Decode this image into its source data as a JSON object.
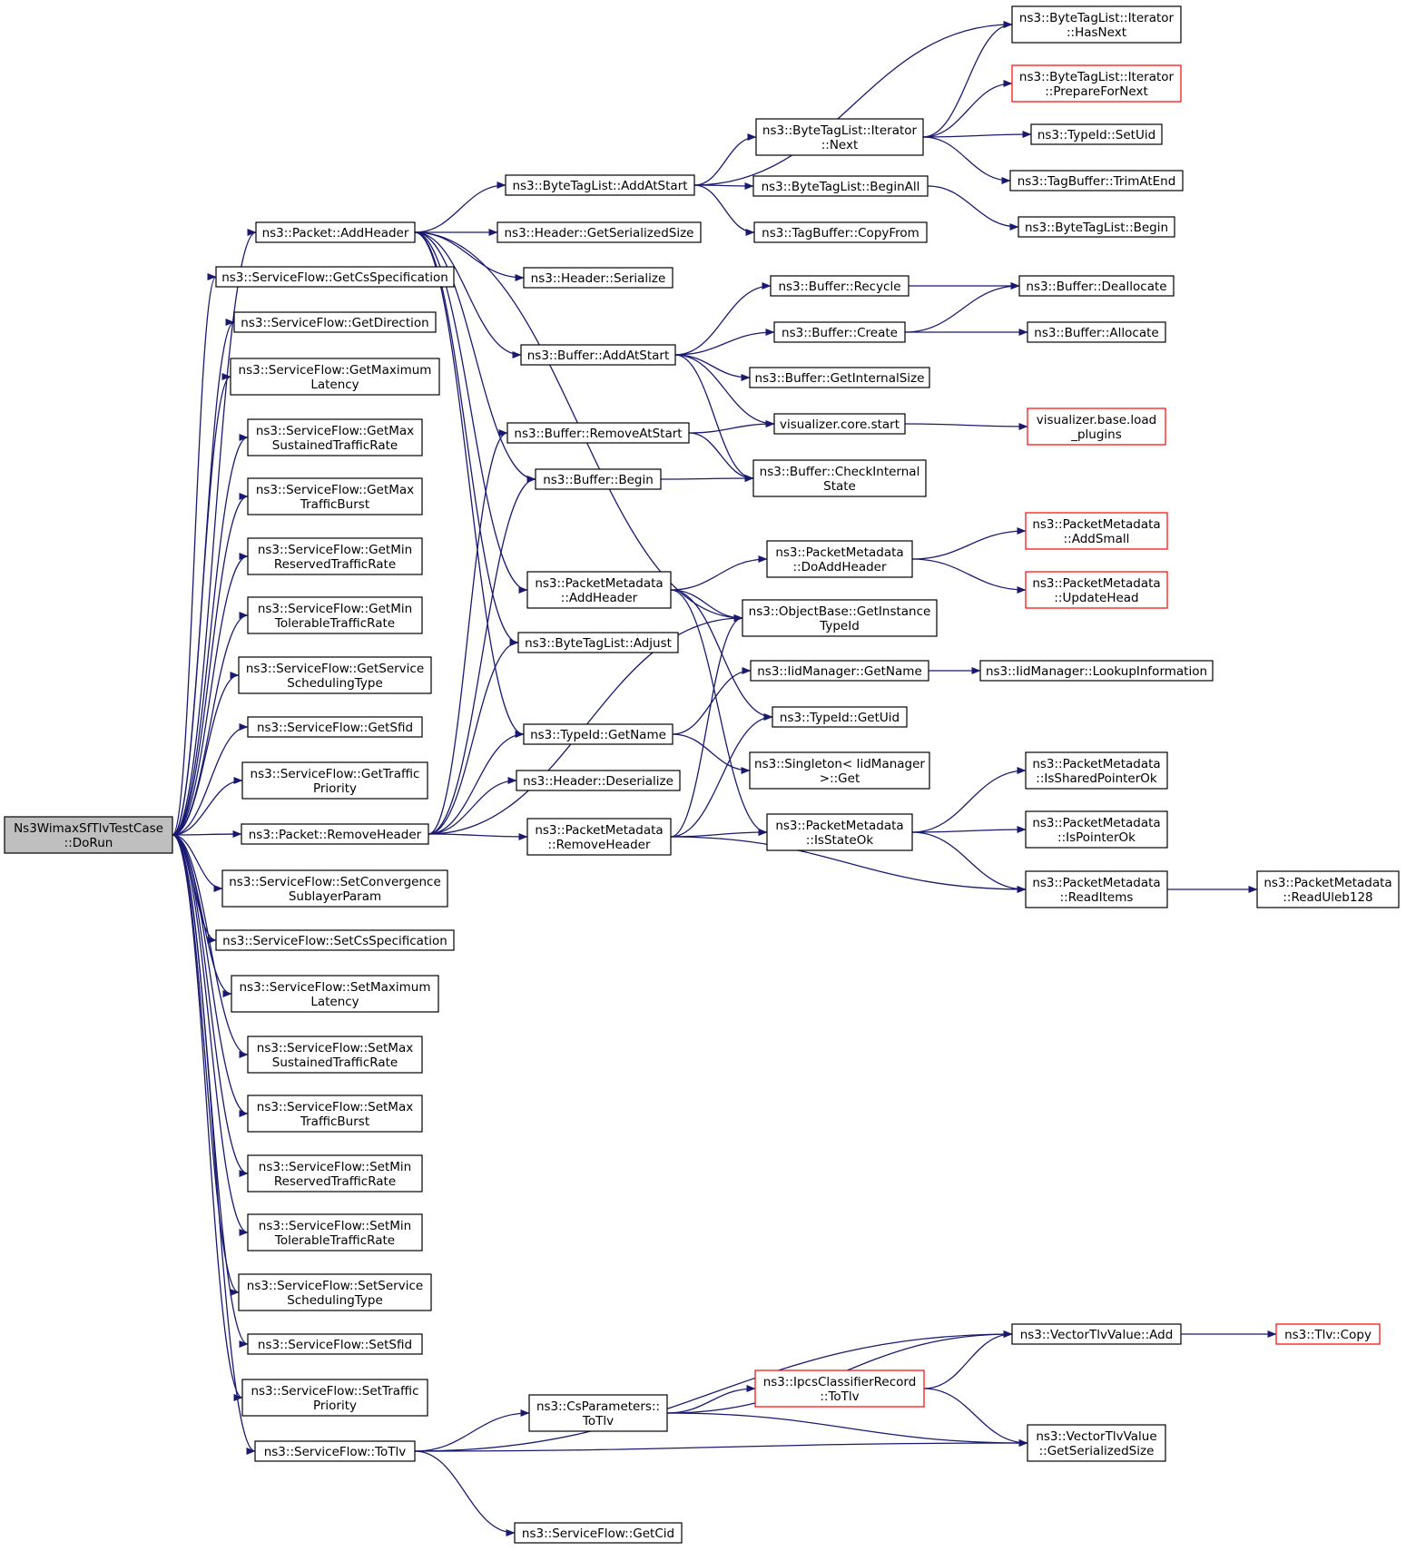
{
  "colors": {
    "edge": "#191970",
    "node_border": "#000000",
    "node_border_truncated": "#ff0000",
    "root_fill": "#bfbfbf",
    "background": "#ffffff"
  },
  "nodes": [
    {
      "id": "root",
      "lines": [
        "Ns3WimaxSfTlvTestCase",
        "::DoRun"
      ],
      "root": true
    },
    {
      "id": "pkt_addheader",
      "lines": [
        "ns3::Packet::AddHeader"
      ]
    },
    {
      "id": "sf_getcsspec",
      "lines": [
        "ns3::ServiceFlow::GetCsSpecification"
      ]
    },
    {
      "id": "sf_getdirection",
      "lines": [
        "ns3::ServiceFlow::GetDirection"
      ]
    },
    {
      "id": "sf_getmaxlatency",
      "lines": [
        "ns3::ServiceFlow::GetMaximum",
        "Latency"
      ]
    },
    {
      "id": "sf_getmaxsustained",
      "lines": [
        "ns3::ServiceFlow::GetMax",
        "SustainedTrafficRate"
      ]
    },
    {
      "id": "sf_getmaxburst",
      "lines": [
        "ns3::ServiceFlow::GetMax",
        "TrafficBurst"
      ]
    },
    {
      "id": "sf_getminreserved",
      "lines": [
        "ns3::ServiceFlow::GetMin",
        "ReservedTrafficRate"
      ]
    },
    {
      "id": "sf_getmintolerable",
      "lines": [
        "ns3::ServiceFlow::GetMin",
        "TolerableTrafficRate"
      ]
    },
    {
      "id": "sf_getservicesched",
      "lines": [
        "ns3::ServiceFlow::GetService",
        "SchedulingType"
      ]
    },
    {
      "id": "sf_getsfid",
      "lines": [
        "ns3::ServiceFlow::GetSfid"
      ]
    },
    {
      "id": "sf_gettrafficprio",
      "lines": [
        "ns3::ServiceFlow::GetTraffic",
        "Priority"
      ]
    },
    {
      "id": "pkt_removeheader",
      "lines": [
        "ns3::Packet::RemoveHeader"
      ]
    },
    {
      "id": "sf_setconvergence",
      "lines": [
        "ns3::ServiceFlow::SetConvergence",
        "SublayerParam"
      ]
    },
    {
      "id": "sf_setcsspec",
      "lines": [
        "ns3::ServiceFlow::SetCsSpecification"
      ]
    },
    {
      "id": "sf_setmaxlatency",
      "lines": [
        "ns3::ServiceFlow::SetMaximum",
        "Latency"
      ]
    },
    {
      "id": "sf_setmaxsustained",
      "lines": [
        "ns3::ServiceFlow::SetMax",
        "SustainedTrafficRate"
      ]
    },
    {
      "id": "sf_setmaxburst",
      "lines": [
        "ns3::ServiceFlow::SetMax",
        "TrafficBurst"
      ]
    },
    {
      "id": "sf_setminreserved",
      "lines": [
        "ns3::ServiceFlow::SetMin",
        "ReservedTrafficRate"
      ]
    },
    {
      "id": "sf_setmintolerable",
      "lines": [
        "ns3::ServiceFlow::SetMin",
        "TolerableTrafficRate"
      ]
    },
    {
      "id": "sf_setservicesched",
      "lines": [
        "ns3::ServiceFlow::SetService",
        "SchedulingType"
      ]
    },
    {
      "id": "sf_setsfid",
      "lines": [
        "ns3::ServiceFlow::SetSfid"
      ]
    },
    {
      "id": "sf_settrafficprio",
      "lines": [
        "ns3::ServiceFlow::SetTraffic",
        "Priority"
      ]
    },
    {
      "id": "sf_totlv",
      "lines": [
        "ns3::ServiceFlow::ToTlv"
      ]
    },
    {
      "id": "btl_addatstart",
      "lines": [
        "ns3::ByteTagList::AddAtStart"
      ]
    },
    {
      "id": "hdr_getsersize",
      "lines": [
        "ns3::Header::GetSerializedSize"
      ]
    },
    {
      "id": "hdr_serialize",
      "lines": [
        "ns3::Header::Serialize"
      ]
    },
    {
      "id": "buf_addatstart",
      "lines": [
        "ns3::Buffer::AddAtStart"
      ]
    },
    {
      "id": "buf_removeatstart",
      "lines": [
        "ns3::Buffer::RemoveAtStart"
      ]
    },
    {
      "id": "buf_begin",
      "lines": [
        "ns3::Buffer::Begin"
      ]
    },
    {
      "id": "pm_addheader",
      "lines": [
        "ns3::PacketMetadata",
        "::AddHeader"
      ]
    },
    {
      "id": "btl_adjust",
      "lines": [
        "ns3::ByteTagList::Adjust"
      ]
    },
    {
      "id": "typeid_getname",
      "lines": [
        "ns3::TypeId::GetName"
      ]
    },
    {
      "id": "hdr_deserialize",
      "lines": [
        "ns3::Header::Deserialize"
      ]
    },
    {
      "id": "pm_removeheader",
      "lines": [
        "ns3::PacketMetadata",
        "::RemoveHeader"
      ]
    },
    {
      "id": "cs_totlv",
      "lines": [
        "ns3::CsParameters::",
        "ToTlv"
      ]
    },
    {
      "id": "sf_getcid",
      "lines": [
        "ns3::ServiceFlow::GetCid"
      ]
    },
    {
      "id": "btli_next",
      "lines": [
        "ns3::ByteTagList::Iterator",
        "::Next"
      ]
    },
    {
      "id": "btl_beginall",
      "lines": [
        "ns3::ByteTagList::BeginAll"
      ]
    },
    {
      "id": "tb_copyfrom",
      "lines": [
        "ns3::TagBuffer::CopyFrom"
      ]
    },
    {
      "id": "buf_recycle",
      "lines": [
        "ns3::Buffer::Recycle"
      ]
    },
    {
      "id": "buf_create",
      "lines": [
        "ns3::Buffer::Create"
      ]
    },
    {
      "id": "buf_getinternalsize",
      "lines": [
        "ns3::Buffer::GetInternalSize"
      ]
    },
    {
      "id": "vis_core_start",
      "lines": [
        "visualizer.core.start"
      ]
    },
    {
      "id": "buf_checkinternal",
      "lines": [
        "ns3::Buffer::CheckInternal",
        "State"
      ]
    },
    {
      "id": "pm_doaddheader",
      "lines": [
        "ns3::PacketMetadata",
        "::DoAddHeader"
      ]
    },
    {
      "id": "ob_getinstancetypeid",
      "lines": [
        "ns3::ObjectBase::GetInstance",
        "TypeId"
      ]
    },
    {
      "id": "iid_getname",
      "lines": [
        "ns3::IidManager::GetName"
      ]
    },
    {
      "id": "typeid_getuid",
      "lines": [
        "ns3::TypeId::GetUid"
      ]
    },
    {
      "id": "singleton_get",
      "lines": [
        "ns3::Singleton< IidManager",
        ">::Get"
      ]
    },
    {
      "id": "pm_isstateok",
      "lines": [
        "ns3::PacketMetadata",
        "::IsStateOk"
      ]
    },
    {
      "id": "ipcs_totlv",
      "lines": [
        "ns3::IpcsClassifierRecord",
        "::ToTlv"
      ],
      "truncated": true
    },
    {
      "id": "btli_hasnext",
      "lines": [
        "ns3::ByteTagList::Iterator",
        "::HasNext"
      ]
    },
    {
      "id": "btli_preparefornext",
      "lines": [
        "ns3::ByteTagList::Iterator",
        "::PrepareForNext"
      ],
      "truncated": true
    },
    {
      "id": "typeid_setuid",
      "lines": [
        "ns3::TypeId::SetUid"
      ]
    },
    {
      "id": "tb_trimatend",
      "lines": [
        "ns3::TagBuffer::TrimAtEnd"
      ]
    },
    {
      "id": "btl_begin",
      "lines": [
        "ns3::ByteTagList::Begin"
      ]
    },
    {
      "id": "buf_deallocate",
      "lines": [
        "ns3::Buffer::Deallocate"
      ]
    },
    {
      "id": "buf_allocate",
      "lines": [
        "ns3::Buffer::Allocate"
      ]
    },
    {
      "id": "vis_base_load",
      "lines": [
        "visualizer.base.load",
        "_plugins"
      ],
      "truncated": true
    },
    {
      "id": "pm_addsmall",
      "lines": [
        "ns3::PacketMetadata",
        "::AddSmall"
      ],
      "truncated": true
    },
    {
      "id": "pm_updatehead",
      "lines": [
        "ns3::PacketMetadata",
        "::UpdateHead"
      ],
      "truncated": true
    },
    {
      "id": "iid_lookupinfo",
      "lines": [
        "ns3::IidManager::LookupInformation"
      ]
    },
    {
      "id": "pm_issharedptrok",
      "lines": [
        "ns3::PacketMetadata",
        "::IsSharedPointerOk"
      ]
    },
    {
      "id": "pm_ispointerok",
      "lines": [
        "ns3::PacketMetadata",
        "::IsPointerOk"
      ]
    },
    {
      "id": "pm_readitems",
      "lines": [
        "ns3::PacketMetadata",
        "::ReadItems"
      ]
    },
    {
      "id": "pm_readuleb128",
      "lines": [
        "ns3::PacketMetadata",
        "::ReadUleb128"
      ]
    },
    {
      "id": "vtv_add",
      "lines": [
        "ns3::VectorTlvValue::Add"
      ]
    },
    {
      "id": "vtv_getsersize",
      "lines": [
        "ns3::VectorTlvValue",
        "::GetSerializedSize"
      ]
    },
    {
      "id": "tlv_copy",
      "lines": [
        "ns3::Tlv::Copy"
      ],
      "truncated": true
    }
  ],
  "edges": [
    [
      "root",
      "pkt_addheader"
    ],
    [
      "root",
      "sf_getcsspec"
    ],
    [
      "root",
      "sf_getdirection"
    ],
    [
      "root",
      "sf_getmaxlatency"
    ],
    [
      "root",
      "sf_getmaxsustained"
    ],
    [
      "root",
      "sf_getmaxburst"
    ],
    [
      "root",
      "sf_getminreserved"
    ],
    [
      "root",
      "sf_getmintolerable"
    ],
    [
      "root",
      "sf_getservicesched"
    ],
    [
      "root",
      "sf_getsfid"
    ],
    [
      "root",
      "sf_gettrafficprio"
    ],
    [
      "root",
      "pkt_removeheader"
    ],
    [
      "root",
      "sf_setconvergence"
    ],
    [
      "root",
      "sf_setcsspec"
    ],
    [
      "root",
      "sf_setmaxlatency"
    ],
    [
      "root",
      "sf_setmaxsustained"
    ],
    [
      "root",
      "sf_setmaxburst"
    ],
    [
      "root",
      "sf_setminreserved"
    ],
    [
      "root",
      "sf_setmintolerable"
    ],
    [
      "root",
      "sf_setservicesched"
    ],
    [
      "root",
      "sf_setsfid"
    ],
    [
      "root",
      "sf_settrafficprio"
    ],
    [
      "root",
      "sf_totlv"
    ],
    [
      "pkt_addheader",
      "btl_addatstart"
    ],
    [
      "pkt_addheader",
      "hdr_getsersize"
    ],
    [
      "pkt_addheader",
      "hdr_serialize"
    ],
    [
      "pkt_addheader",
      "buf_addatstart"
    ],
    [
      "pkt_addheader",
      "buf_begin"
    ],
    [
      "pkt_addheader",
      "pm_addheader"
    ],
    [
      "pkt_addheader",
      "btl_adjust"
    ],
    [
      "pkt_addheader",
      "typeid_getname"
    ],
    [
      "pkt_addheader",
      "ob_getinstancetypeid"
    ],
    [
      "pkt_removeheader",
      "buf_removeatstart"
    ],
    [
      "pkt_removeheader",
      "buf_begin"
    ],
    [
      "pkt_removeheader",
      "btl_adjust"
    ],
    [
      "pkt_removeheader",
      "typeid_getname"
    ],
    [
      "pkt_removeheader",
      "hdr_deserialize"
    ],
    [
      "pkt_removeheader",
      "pm_removeheader"
    ],
    [
      "pkt_removeheader",
      "ob_getinstancetypeid"
    ],
    [
      "sf_totlv",
      "cs_totlv"
    ],
    [
      "sf_totlv",
      "sf_getcid"
    ],
    [
      "sf_totlv",
      "vtv_add"
    ],
    [
      "sf_totlv",
      "vtv_getsersize"
    ],
    [
      "btl_addatstart",
      "btli_next"
    ],
    [
      "btl_addatstart",
      "btl_beginall"
    ],
    [
      "btl_addatstart",
      "tb_copyfrom"
    ],
    [
      "btl_addatstart",
      "btli_hasnext"
    ],
    [
      "buf_addatstart",
      "buf_recycle"
    ],
    [
      "buf_addatstart",
      "buf_create"
    ],
    [
      "buf_addatstart",
      "buf_getinternalsize"
    ],
    [
      "buf_addatstart",
      "vis_core_start"
    ],
    [
      "buf_addatstart",
      "buf_checkinternal"
    ],
    [
      "buf_removeatstart",
      "vis_core_start"
    ],
    [
      "buf_removeatstart",
      "buf_checkinternal"
    ],
    [
      "buf_begin",
      "buf_checkinternal"
    ],
    [
      "pm_addheader",
      "pm_doaddheader"
    ],
    [
      "pm_addheader",
      "ob_getinstancetypeid"
    ],
    [
      "pm_addheader",
      "typeid_getuid"
    ],
    [
      "pm_addheader",
      "pm_isstateok"
    ],
    [
      "typeid_getname",
      "iid_getname"
    ],
    [
      "typeid_getname",
      "singleton_get"
    ],
    [
      "pm_removeheader",
      "ob_getinstancetypeid"
    ],
    [
      "pm_removeheader",
      "typeid_getuid"
    ],
    [
      "pm_removeheader",
      "pm_isstateok"
    ],
    [
      "pm_removeheader",
      "pm_readitems"
    ],
    [
      "cs_totlv",
      "ipcs_totlv"
    ],
    [
      "cs_totlv",
      "vtv_add"
    ],
    [
      "cs_totlv",
      "vtv_getsersize"
    ],
    [
      "btli_next",
      "btli_hasnext"
    ],
    [
      "btli_next",
      "btli_preparefornext"
    ],
    [
      "btli_next",
      "typeid_setuid"
    ],
    [
      "btli_next",
      "tb_trimatend"
    ],
    [
      "btl_beginall",
      "btl_begin"
    ],
    [
      "buf_recycle",
      "buf_deallocate"
    ],
    [
      "buf_create",
      "buf_deallocate"
    ],
    [
      "buf_create",
      "buf_allocate"
    ],
    [
      "vis_core_start",
      "vis_base_load"
    ],
    [
      "pm_doaddheader",
      "pm_addsmall"
    ],
    [
      "pm_doaddheader",
      "pm_updatehead"
    ],
    [
      "iid_getname",
      "iid_lookupinfo"
    ],
    [
      "pm_isstateok",
      "pm_issharedptrok"
    ],
    [
      "pm_isstateok",
      "pm_ispointerok"
    ],
    [
      "pm_isstateok",
      "pm_readitems"
    ],
    [
      "pm_readitems",
      "pm_readuleb128"
    ],
    [
      "ipcs_totlv",
      "vtv_add"
    ],
    [
      "ipcs_totlv",
      "vtv_getsersize"
    ],
    [
      "vtv_add",
      "tlv_copy"
    ]
  ]
}
